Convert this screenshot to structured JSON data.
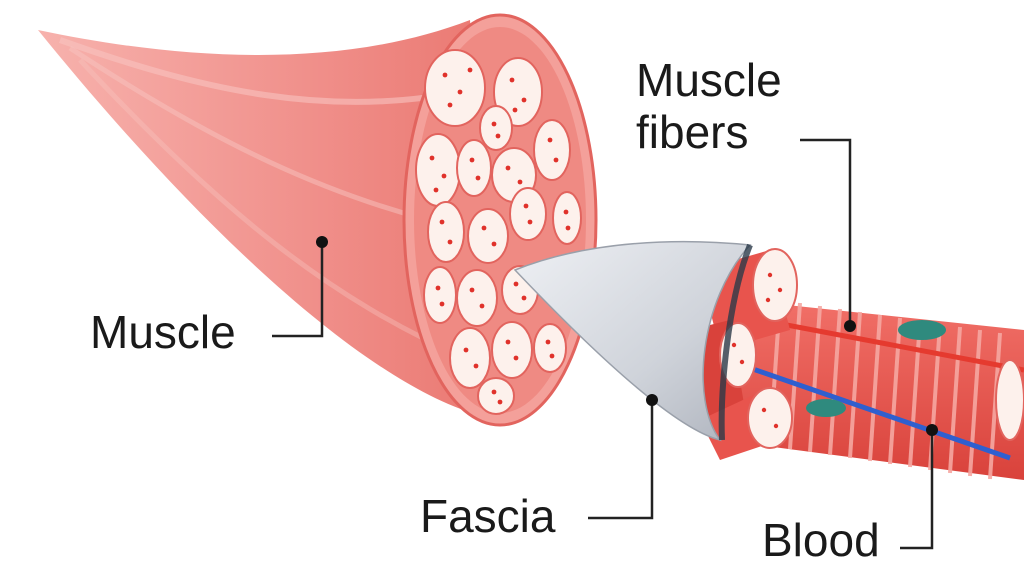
{
  "diagram": {
    "labels": {
      "muscle": "Muscle",
      "muscle_fibers_line1": "Muscle",
      "muscle_fibers_line2": "fibers",
      "fascia": "Fascia",
      "blood": "Blood"
    },
    "colors": {
      "muscle_body": "#f08f8a",
      "muscle_edge": "#e2645e",
      "fiber_cell": "#fdf1ec",
      "fiber_dot": "#e0322b",
      "fascia_sheath": "#cfd3da",
      "fiber_bundle": "#e8544d",
      "blood_vessel_red": "#e53a2f",
      "blood_vessel_blue": "#2f5fcf",
      "nucleus": "#2f8a7e",
      "leader_line": "#222222"
    }
  }
}
